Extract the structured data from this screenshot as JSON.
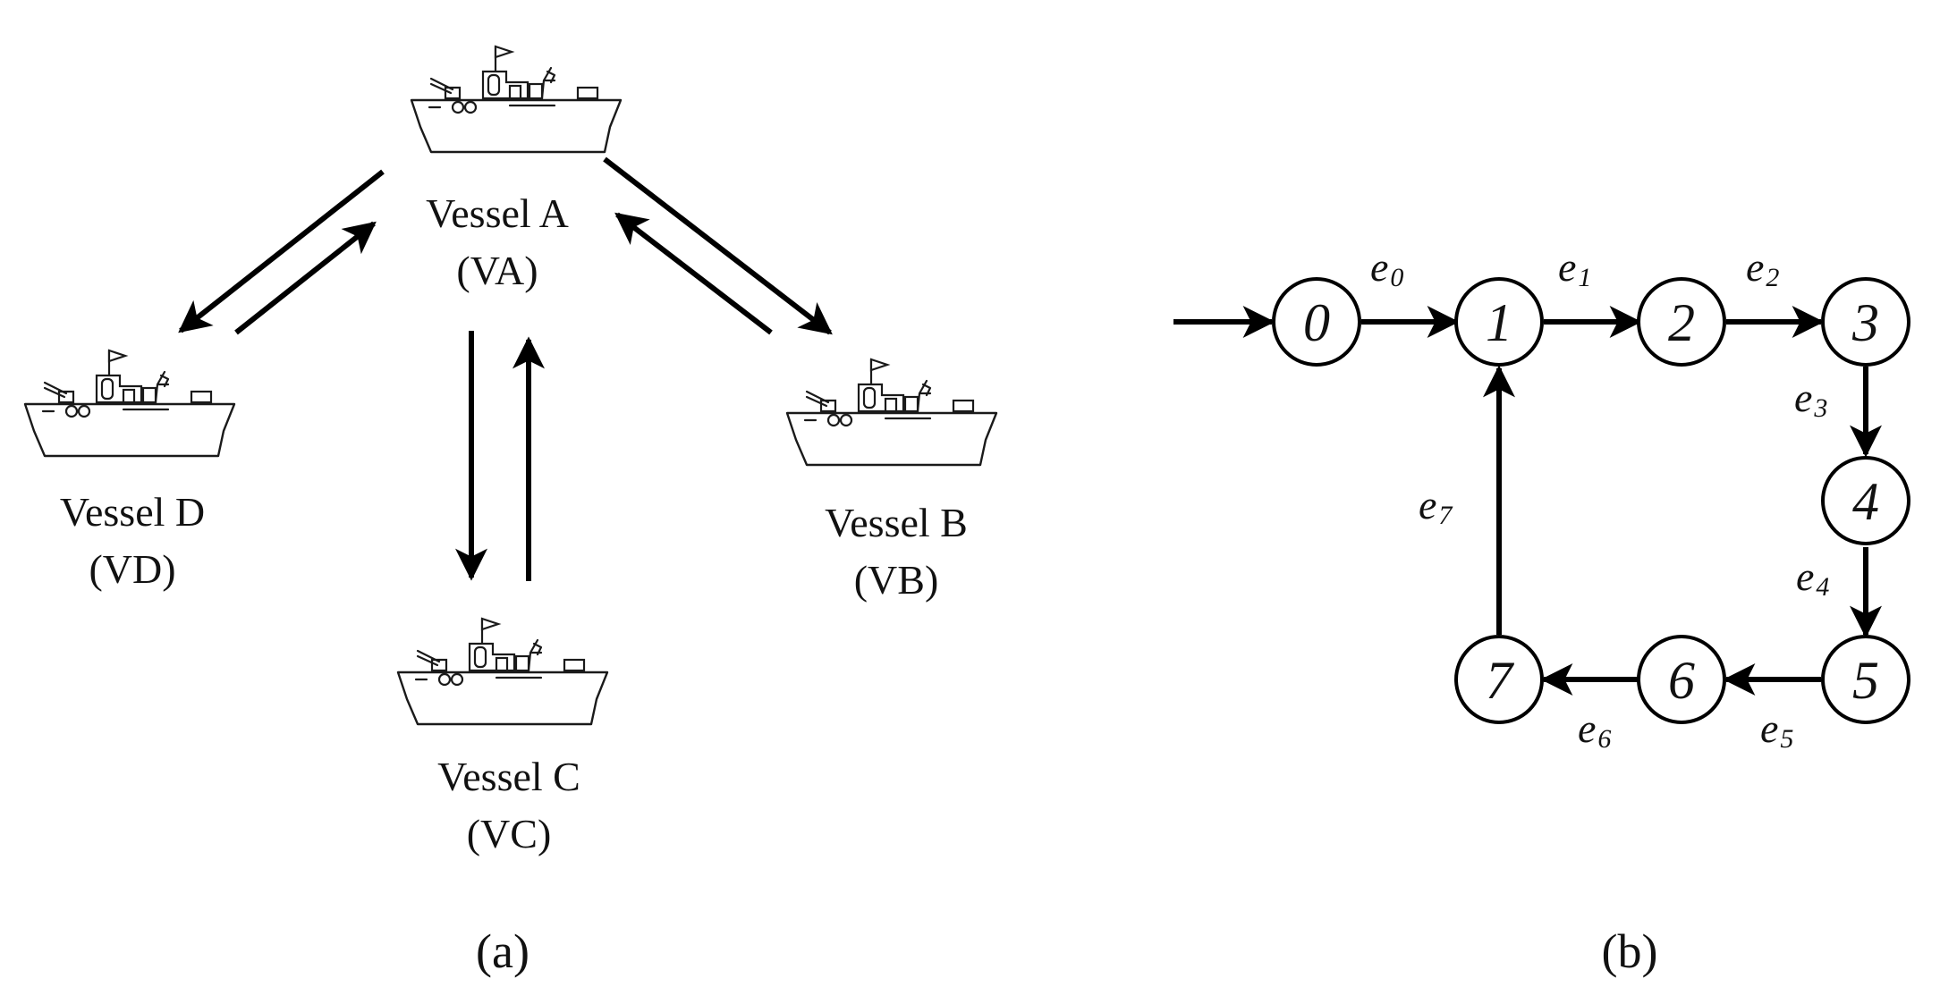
{
  "panel_a": {
    "caption": "(a)",
    "vessels": [
      {
        "id": "A",
        "name": "Vessel A",
        "abbr": "(VA)"
      },
      {
        "id": "B",
        "name": "Vessel B",
        "abbr": "(VB)"
      },
      {
        "id": "C",
        "name": "Vessel C",
        "abbr": "(VC)"
      },
      {
        "id": "D",
        "name": "Vessel D",
        "abbr": "(VD)"
      }
    ],
    "links": [
      {
        "from": "A",
        "to": "D"
      },
      {
        "from": "D",
        "to": "A"
      },
      {
        "from": "A",
        "to": "B"
      },
      {
        "from": "B",
        "to": "A"
      },
      {
        "from": "A",
        "to": "C"
      },
      {
        "from": "C",
        "to": "A"
      }
    ]
  },
  "panel_b": {
    "caption": "(b)",
    "states": [
      "0",
      "1",
      "2",
      "3",
      "4",
      "5",
      "6",
      "7"
    ],
    "initial_state": "0",
    "transitions": [
      {
        "label": "e",
        "sub": "0",
        "from": "0",
        "to": "1"
      },
      {
        "label": "e",
        "sub": "1",
        "from": "1",
        "to": "2"
      },
      {
        "label": "e",
        "sub": "2",
        "from": "2",
        "to": "3"
      },
      {
        "label": "e",
        "sub": "3",
        "from": "3",
        "to": "4"
      },
      {
        "label": "e",
        "sub": "4",
        "from": "4",
        "to": "5"
      },
      {
        "label": "e",
        "sub": "5",
        "from": "5",
        "to": "6"
      },
      {
        "label": "e",
        "sub": "6",
        "from": "6",
        "to": "7"
      },
      {
        "label": "e",
        "sub": "7",
        "from": "7",
        "to": "1"
      }
    ]
  }
}
